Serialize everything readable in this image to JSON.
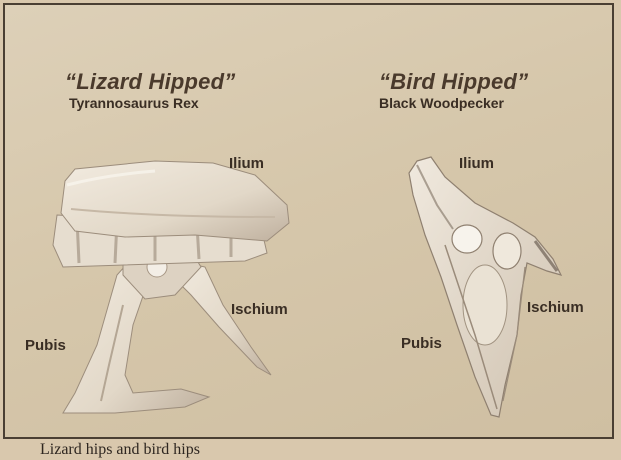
{
  "lizard": {
    "title": "“Lizard Hipped”",
    "subtitle": "Tyrannosaurus Rex",
    "labels": {
      "ilium": "Ilium",
      "ischium": "Ischium",
      "pubis": "Pubis"
    }
  },
  "bird": {
    "title": "“Bird Hipped”",
    "subtitle": "Black Woodpecker",
    "labels": {
      "ilium": "Ilium",
      "ischium": "Ischium",
      "pubis": "Pubis"
    }
  },
  "caption": "Lizard hips and bird hips",
  "colors": {
    "paper": "#d9c8ad",
    "bone_light": "#ece4d6",
    "bone_shadow": "#a89886",
    "ink": "#3a2e24"
  }
}
